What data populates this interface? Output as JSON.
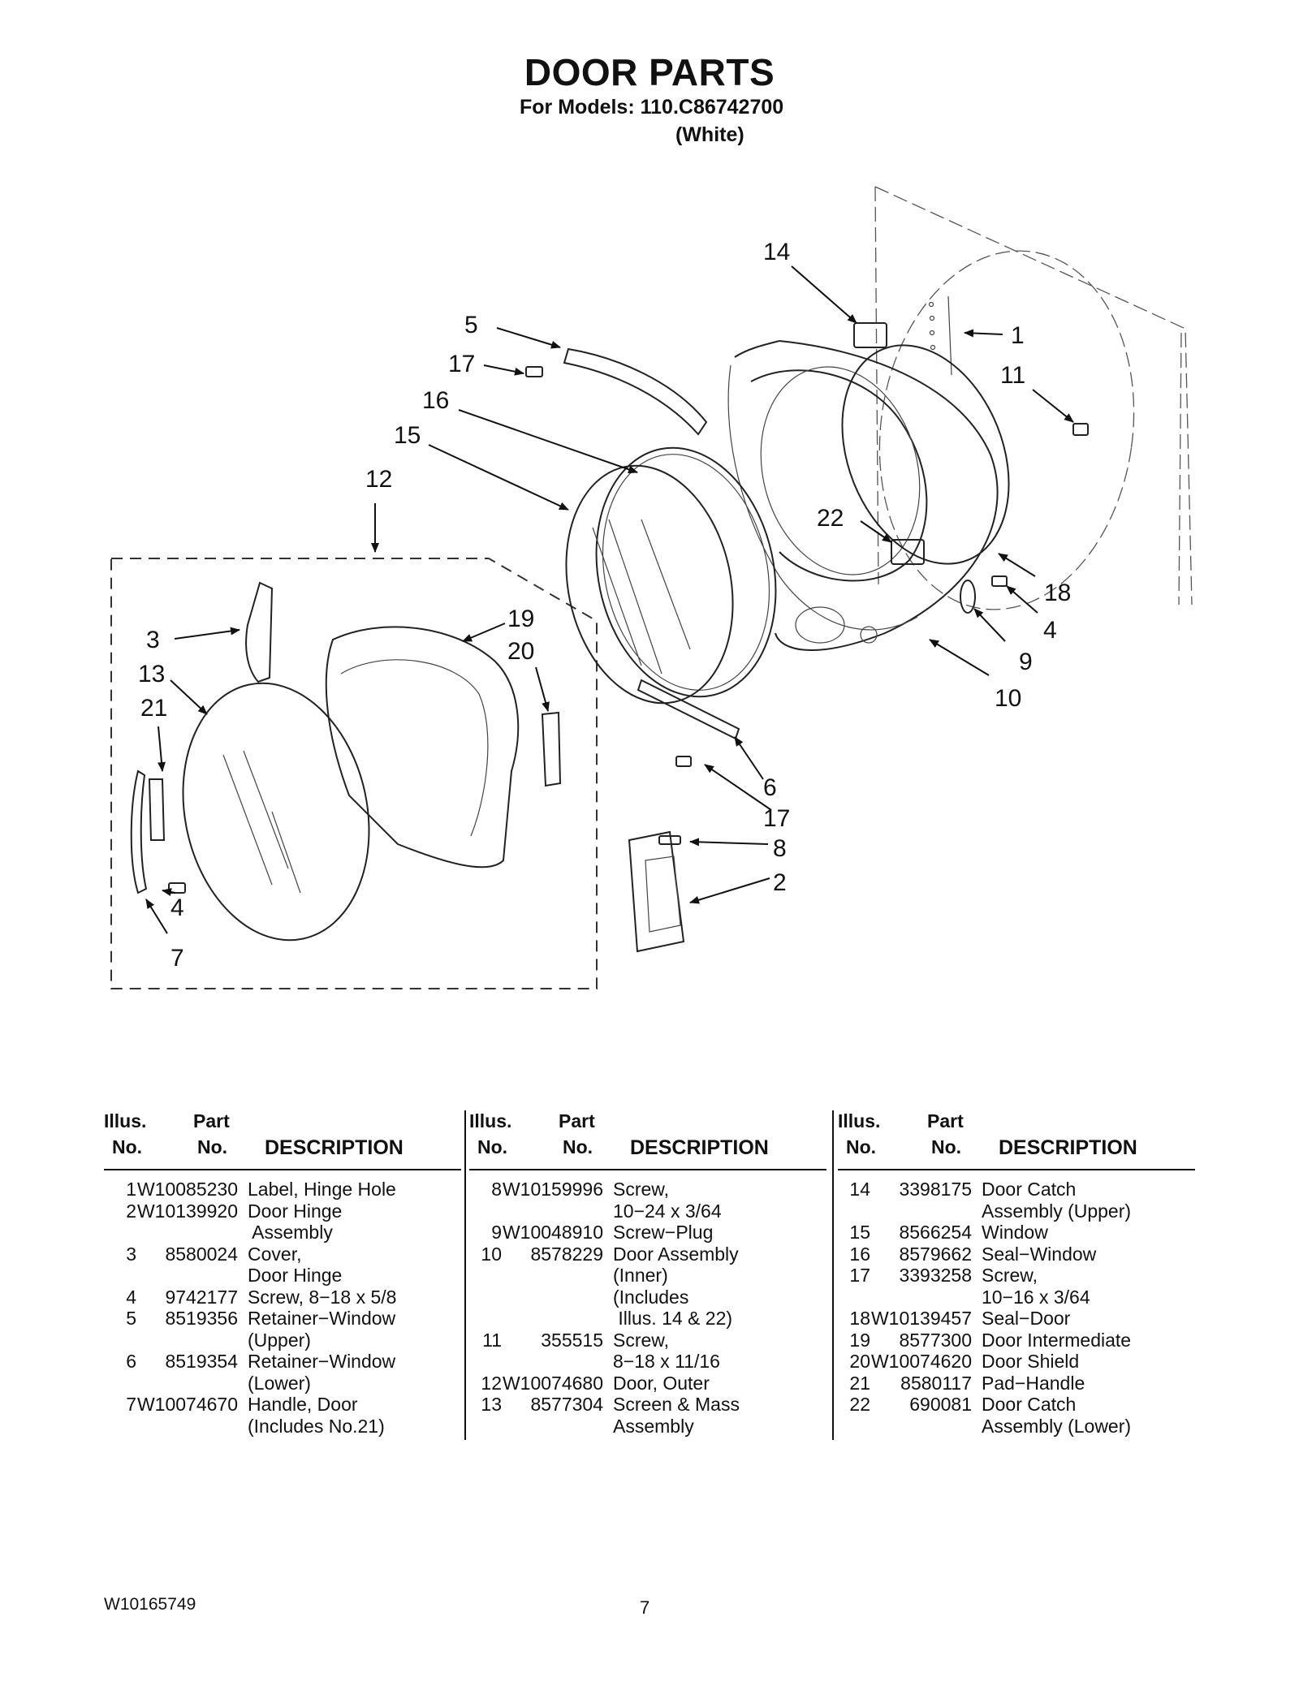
{
  "header": {
    "title": "DOOR PARTS",
    "models_line": "For Models: 110.C86742700",
    "color_line": "(White)"
  },
  "callouts": {
    "c14": "14",
    "c5": "5",
    "c17a": "17",
    "c16": "16",
    "c15": "15",
    "c12": "12",
    "c1": "1",
    "c11": "11",
    "c22": "22",
    "c18": "18",
    "c4a": "4",
    "c9": "9",
    "c10": "10",
    "c3": "3",
    "c13": "13",
    "c21": "21",
    "c19": "19",
    "c20": "20",
    "c6": "6",
    "c17b": "17",
    "c8": "8",
    "c2": "2",
    "c4b": "4",
    "c7": "7"
  },
  "table_headers": {
    "illus_line1": "Illus.",
    "illus_line2": "No.",
    "part_line1": "Part",
    "part_line2": "No.",
    "description": "DESCRIPTION"
  },
  "tables": [
    {
      "rows": [
        {
          "no": "1",
          "part": "W10085230",
          "desc": "Label, Hinge Hole"
        },
        {
          "no": "2",
          "part": "W10139920",
          "desc": "Door Hinge"
        },
        {
          "no": "",
          "part": "",
          "desc": " Assembly"
        },
        {
          "no": "3",
          "part": "8580024",
          "desc": "Cover,"
        },
        {
          "no": "",
          "part": "",
          "desc": "Door Hinge"
        },
        {
          "no": "4",
          "part": "9742177",
          "desc": "Screw, 8−18 x 5/8"
        },
        {
          "no": "5",
          "part": "8519356",
          "desc": "Retainer−Window"
        },
        {
          "no": "",
          "part": "",
          "desc": "(Upper)"
        },
        {
          "no": "6",
          "part": "8519354",
          "desc": "Retainer−Window"
        },
        {
          "no": "",
          "part": "",
          "desc": "(Lower)"
        },
        {
          "no": "7",
          "part": "W10074670",
          "desc": "Handle, Door"
        },
        {
          "no": "",
          "part": "",
          "desc": "(Includes No.21)"
        }
      ]
    },
    {
      "rows": [
        {
          "no": "8",
          "part": "W10159996",
          "desc": "Screw,"
        },
        {
          "no": "",
          "part": "",
          "desc": "10−24 x 3/64"
        },
        {
          "no": "9",
          "part": "W10048910",
          "desc": "Screw−Plug"
        },
        {
          "no": "10",
          "part": "8578229",
          "desc": "Door Assembly"
        },
        {
          "no": "",
          "part": "",
          "desc": "(Inner)"
        },
        {
          "no": "",
          "part": "",
          "desc": "(Includes"
        },
        {
          "no": "",
          "part": "",
          "desc": " Illus. 14 & 22)"
        },
        {
          "no": "11",
          "part": "355515",
          "desc": "Screw,"
        },
        {
          "no": "",
          "part": "",
          "desc": "8−18 x 11/16"
        },
        {
          "no": "12",
          "part": "W10074680",
          "desc": "Door, Outer"
        },
        {
          "no": "13",
          "part": "8577304",
          "desc": "Screen & Mass"
        },
        {
          "no": "",
          "part": "",
          "desc": "Assembly"
        }
      ]
    },
    {
      "rows": [
        {
          "no": "14",
          "part": "3398175",
          "desc": "Door Catch"
        },
        {
          "no": "",
          "part": "",
          "desc": "Assembly (Upper)"
        },
        {
          "no": "15",
          "part": "8566254",
          "desc": "Window"
        },
        {
          "no": "16",
          "part": "8579662",
          "desc": "Seal−Window"
        },
        {
          "no": "17",
          "part": "3393258",
          "desc": "Screw,"
        },
        {
          "no": "",
          "part": "",
          "desc": "10−16 x 3/64"
        },
        {
          "no": "18",
          "part": "W10139457",
          "desc": "Seal−Door"
        },
        {
          "no": "19",
          "part": "8577300",
          "desc": "Door Intermediate"
        },
        {
          "no": "20",
          "part": "W10074620",
          "desc": "Door Shield"
        },
        {
          "no": "21",
          "part": "8580117",
          "desc": "Pad−Handle"
        },
        {
          "no": "22",
          "part": "690081",
          "desc": "Door Catch"
        },
        {
          "no": "",
          "part": "",
          "desc": "Assembly (Lower)"
        }
      ]
    }
  ],
  "footer": {
    "doc_number": "W10165749",
    "page_number": "7"
  }
}
